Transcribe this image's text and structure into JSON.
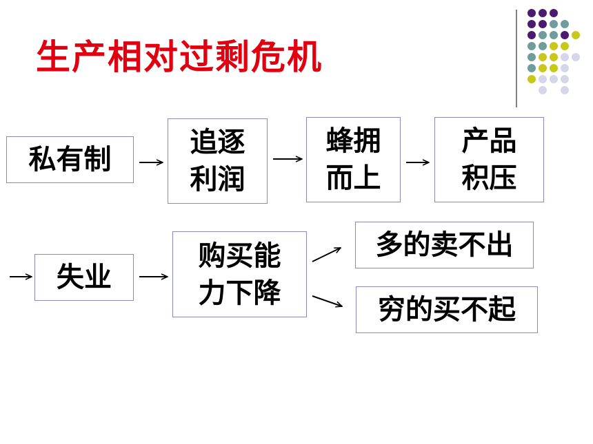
{
  "title": "生产相对过剩危机",
  "colors": {
    "title": "#e0000f",
    "dot_purple": "#4b1a72",
    "dot_teal": "#6f9c9c",
    "dot_yellow": "#c8c81a",
    "dot_lavender": "#d6d6ea"
  },
  "nodes": {
    "private_ownership": {
      "text": "私有制"
    },
    "profit": {
      "line1": "追逐",
      "line2": "利润"
    },
    "swarm": {
      "line1": "蜂拥",
      "line2": "而上"
    },
    "overstock": {
      "line1": "产品",
      "line2": "积压"
    },
    "unemployment": {
      "text": "失业"
    },
    "purchasing_power": {
      "line1": "购买能",
      "line2": "力下降"
    },
    "cannot_sell": {
      "text": "多的卖不出"
    },
    "cannot_buy": {
      "text": "穷的买不起"
    }
  }
}
